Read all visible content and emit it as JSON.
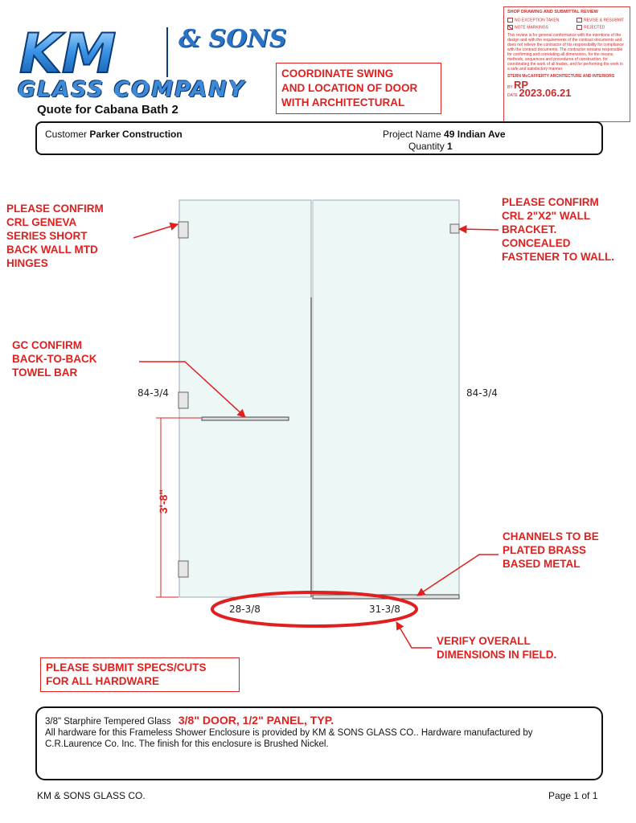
{
  "header": {
    "logo_km": "KM",
    "logo_sons": "& SONS",
    "logo_glass": "GLASS COMPANY",
    "quote_title": "Quote for Cabana Bath 2"
  },
  "callouts": {
    "coordinate_swing": [
      "COORDINATE SWING",
      "AND LOCATION OF DOOR",
      "WITH ARCHITECTURAL"
    ],
    "hinges": [
      "PLEASE CONFIRM",
      "CRL GENEVA",
      "SERIES SHORT",
      "BACK WALL MTD",
      "HINGES"
    ],
    "wall_bracket": [
      "PLEASE CONFIRM",
      "CRL 2\"X2\" WALL",
      "BRACKET.",
      "CONCEALED",
      "FASTENER TO WALL."
    ],
    "towel_bar": [
      "GC CONFIRM",
      "BACK-TO-BACK",
      "TOWEL BAR"
    ],
    "channels": [
      "CHANNELS TO BE",
      "PLATED BRASS",
      "BASED METAL"
    ],
    "verify": [
      "VERIFY OVERALL",
      "DIMENSIONS IN FIELD."
    ],
    "submit_specs": [
      "PLEASE SUBMIT SPECS/CUTS",
      "FOR ALL HARDWARE"
    ]
  },
  "stamp": {
    "title": "SHOP DRAWING AND SUBMITTAL REVIEW",
    "options": [
      "NO EXCEPTION TAKEN",
      "REVISE & RESUBMIT",
      "NOTE MARKINGS",
      "REJECTED"
    ],
    "body": "This review is for general conformance with the intentions of the design and with the requirements of the contract documents and does not relieve the contractor of his responsibility for compliance with the contract documents. The contractor remains responsible for confirming and correlating all dimensions, for the means, methods, sequences and procedures of construction, for coordinating the work of all trades, and for performing the work in a safe and satisfactory manner.",
    "firm": "STERN McCAFFERTY ARCHITECTURE AND INTERIORS",
    "by_label": "BY",
    "by_value": "RP",
    "date_label": "DATE",
    "date_value": "2023.06.21"
  },
  "info": {
    "customer_label": "Customer",
    "customer_value": "Parker Construction",
    "project_label": "Project Name",
    "project_value": "49 Indian Ave",
    "quantity_label": "Quantity",
    "quantity_value": "1"
  },
  "drawing": {
    "height_left": "84-3/4",
    "height_right": "84-3/4",
    "towel_height": "3'-8\"",
    "width_left": "28-3/8",
    "width_right": "31-3/8"
  },
  "notes": {
    "glass": "3/8\" Starphire Tempered Glass",
    "glass_markup": "3/8\" DOOR, 1/2\" PANEL, TYP.",
    "hardware_line1": "All hardware for this Frameless Shower Enclosure is provided by KM & SONS GLASS CO.. Hardware manufactured by",
    "hardware_line2": "C.R.Laurence Co. Inc. The finish for this enclosure is Brushed Nickel."
  },
  "footer": {
    "company": "KM & SONS GLASS CO.",
    "page": "Page 1 of 1"
  }
}
